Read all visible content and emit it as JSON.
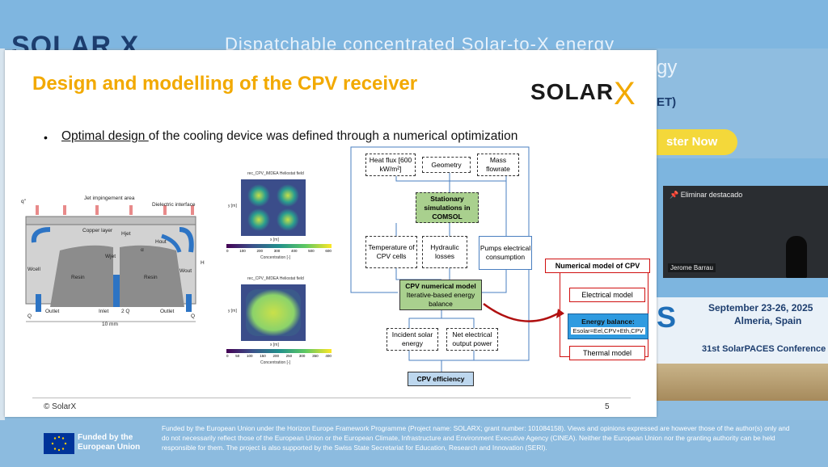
{
  "background": {
    "logo": "SOLAR X",
    "title_line1": "Dispatchable concentrated Solar-to-X energy",
    "title_line2": "gy",
    "title_line3": "ET)",
    "poster_button": "ster Now",
    "video": {
      "pin_label": "Eliminar destacado",
      "participant": "Jerome Barrau"
    },
    "conference": {
      "dates": "September 23-26, 2025",
      "place": "Almeria, Spain",
      "name": "31st SolarPACES Conference",
      "letter": "S"
    }
  },
  "slide": {
    "title": "Design and modelling of the CPV receiver",
    "logo_text": "SOLAR",
    "logo_x": "X",
    "bullet_underlined": "Optimal design ",
    "bullet_rest": "of the cooling device was defined through a numerical optimization",
    "copyright": "© SolarX",
    "page_number": "5"
  },
  "receiver_diagram": {
    "jet_area": "Jet impingement area",
    "dielectric": "Dielectric interface",
    "copper": "Copper layer",
    "h_jet": "Hjet",
    "h_out": "Hout",
    "w_jet": "Wjet",
    "w_cell": "Wcell",
    "w_out": "Wout",
    "alpha": "α",
    "h": "H",
    "resin_left": "Resin",
    "resin_right": "Resin",
    "outlet_left": "Outlet",
    "inlet": "Inlet",
    "outlet_right": "Outlet",
    "q_left": "Q",
    "q_mid": "2 Q",
    "q_right": "Q",
    "flux": "q''",
    "width": "10 mm"
  },
  "heatmaps": [
    {
      "title": "rec_CPV_IMDEA Heliostat field",
      "xlabel": "x [m]",
      "ylabel": "y [m]",
      "cbar": "Concentration [-]",
      "ticks": [
        "0",
        "100",
        "200",
        "300",
        "400",
        "500",
        "600"
      ]
    },
    {
      "title": "rec_CPV_IMDEA Heliostat field",
      "xlabel": "x [m]",
      "ylabel": "y [m]",
      "cbar": "Concentration [-]",
      "ticks": [
        "0",
        "50",
        "100",
        "150",
        "200",
        "250",
        "300",
        "350",
        "400"
      ]
    }
  ],
  "flowchart": {
    "heat_flux": "Heat flux [600 kW/m²]",
    "geometry": "Geometry",
    "mass_flow": "Mass flowrate",
    "stationary": "Stationary simulations in COMSOL",
    "temperature": "Temperature of CPV cells",
    "hydraulic": "Hydraulic losses",
    "pumps": "Pumps electrical consumption",
    "cpv_model_title": "CPV numerical model",
    "cpv_model_sub": "Iterative-based energy balance",
    "incident": "Incident solar energy",
    "net_output": "Net electrical output power",
    "efficiency": "CPV efficiency"
  },
  "numerical_model": {
    "title": "Numerical model of CPV",
    "electrical": "Electrical model",
    "energy_balance": "Energy balance:",
    "energy_formula": "Esolar=Eel,CPV+Eth,CPV",
    "thermal": "Thermal model"
  },
  "footer": {
    "eu_funded": "Funded by the European Union",
    "disclaimer": "Funded by the European Union under the Horizon Europe Framework Programme (Project name: SOLARX; grant number: 101084158). Views and opinions expressed are however those of the author(s) only and do not necessarily reflect those of the European Union or the European Climate, Infrastructure and Environment Executive Agency (CINEA). Neither the European Union nor the granting authority can be held responsible for them. The project is also supported by the Swiss State Secretariat for Education, Research and Innovation (SERI)."
  },
  "colors": {
    "title": "#f2a900",
    "green_box": "#a9d08e",
    "blue_box": "#bdd7ee",
    "red_border": "#d01010",
    "energy_blue": "#2f9be0"
  }
}
